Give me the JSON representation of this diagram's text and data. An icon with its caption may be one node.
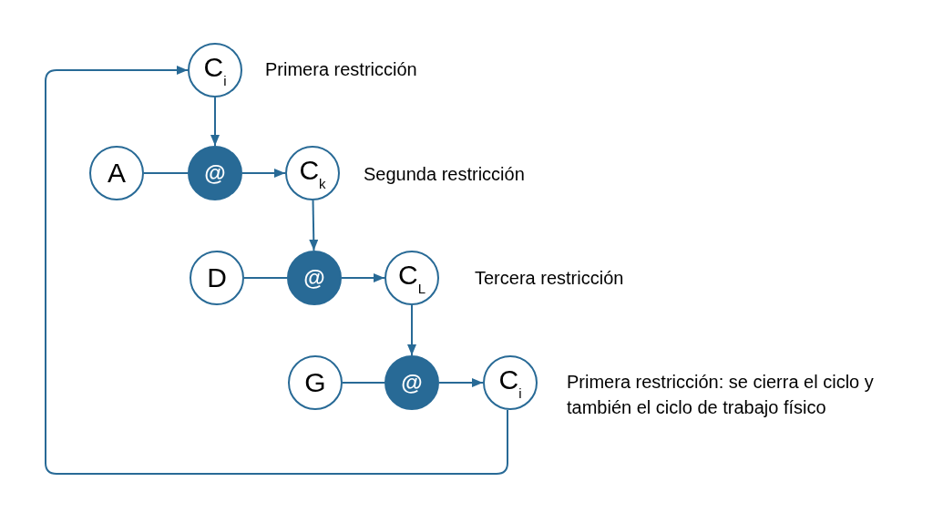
{
  "diagram": {
    "nodes": [
      {
        "text": [
          "C$_{i}$"
        ],
        "beside": [
          "Primera restricción"
        ]
      },
      {
        "text": [
          "A"
        ]
      },
      {
        "text": [
          "@"
        ]
      },
      {
        "text": [
          "C$_{k}$"
        ],
        "beside": [
          "Segunda restricción"
        ]
      },
      {
        "text": [
          "D"
        ]
      },
      {
        "text": [
          "@"
        ]
      },
      {
        "text": [
          "C$_{L}$"
        ],
        "beside": [
          "Tercera restricción"
        ]
      },
      {
        "text": [
          "G"
        ]
      },
      {
        "text": [
          "@"
        ]
      },
      {
        "text": [
          "C$_{i}$"
        ],
        "beside": [
          "Primera restricción: se cierra el ciclo y también el ciclo de trabajo físico"
        ]
      }
    ],
    "edges": [
      {
        "from": 0,
        "to": 2,
        "arrow": "to"
      },
      {
        "from": 1,
        "to": 2,
        "arrow": "none"
      },
      {
        "from": 2,
        "to": 3,
        "arrow": "to"
      },
      {
        "from": 3,
        "to": 5,
        "arrow": "to"
      },
      {
        "from": 4,
        "to": 5,
        "arrow": "none"
      },
      {
        "from": 5,
        "to": 6,
        "arrow": "to"
      },
      {
        "from": 6,
        "to": 8,
        "arrow": "to"
      },
      {
        "from": 7,
        "to": 8,
        "arrow": "none"
      },
      {
        "from": 8,
        "to": 9,
        "arrow": "to"
      },
      {
        "from": 9,
        "to": 0,
        "arrow": "to"
      }
    ]
  }
}
